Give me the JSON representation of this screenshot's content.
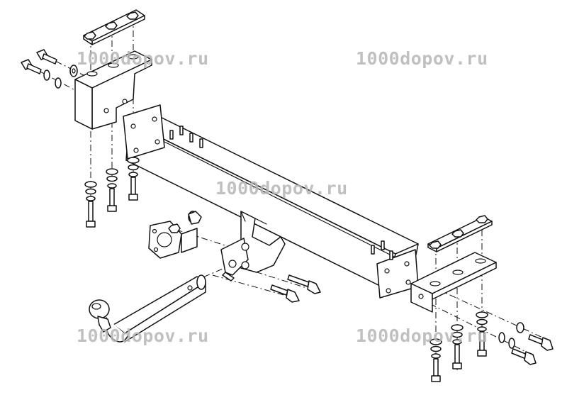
{
  "watermarks": [
    {
      "text": "1000dopov.ru"
    },
    {
      "text": "1000dopov.ru"
    },
    {
      "text": "1000dopov.ru"
    },
    {
      "text": "1000dopov.ru"
    },
    {
      "text": "1000dopov.ru"
    }
  ],
  "colors": {
    "line": "#111111",
    "background": "#ffffff",
    "watermark": "#b6b6b6"
  }
}
